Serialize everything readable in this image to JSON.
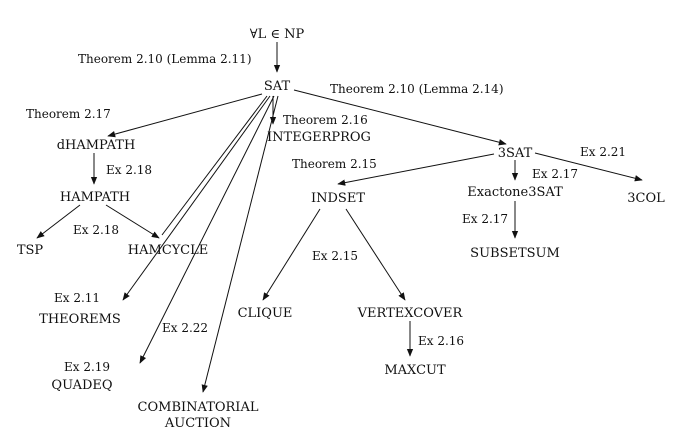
{
  "nodes": {
    "root": "∀L ∈ NP",
    "sat": "SAT",
    "dhampath": "dHAMPATH",
    "hampath": "HAMPATH",
    "tsp": "TSP",
    "hamcycle": "HAMCYCLE",
    "theorems": "THEOREMS",
    "quadeq": "QUADEQ",
    "combinatorial_auction_line1": "COMBINATORIAL",
    "combinatorial_auction_line2": "AUCTION",
    "integerprog": "INTEGERPROG",
    "threesat": "3SAT",
    "indset": "INDSET",
    "clique": "CLIQUE",
    "vertexcover": "VERTEXCOVER",
    "maxcut": "MAXCUT",
    "exactone3sat": "Exactone3SAT",
    "subsetsum": "SUBSETSUM",
    "threecol": "3COL"
  },
  "edge_labels": {
    "root_sat": "Theorem 2.10 (Lemma 2.11)",
    "sat_3sat": "Theorem 2.10 (Lemma 2.14)",
    "sat_dhampath": "Theorem 2.17",
    "sat_integerprog": "Theorem 2.16",
    "dhampath_hampath": "Ex 2.18",
    "hampath_hamcycle": "Ex 2.18",
    "sat_theorems": "Ex 2.11",
    "sat_quadeq": "Ex 2.19",
    "sat_combinatorial": "Ex 2.22",
    "threesat_indset": "Theorem 2.15",
    "indset_clique": "Ex 2.15",
    "threesat_exactone": "Ex 2.17",
    "exactone_subsetsum": "Ex 2.17",
    "threesat_3col": "Ex 2.21",
    "vertexcover_maxcut": "Ex 2.16"
  }
}
